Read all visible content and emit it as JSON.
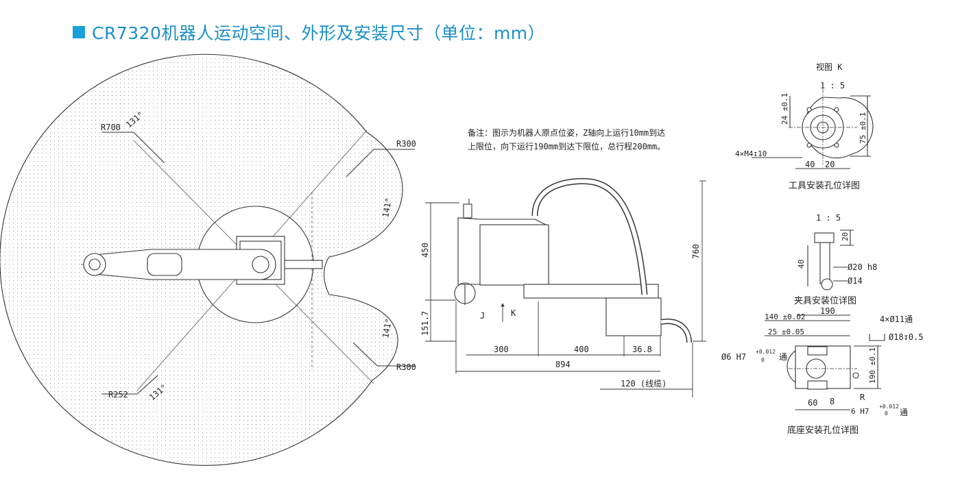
{
  "title": "CR7320机器人运动空间、外形及安装尺寸（单位：mm）",
  "accent_color": "#1a8fc6",
  "workspace": {
    "r700": "R700",
    "r300_top": "R300",
    "r300_bottom": "R300",
    "r252": "R252",
    "angle_131_top": "131°",
    "angle_131_bottom": "131°",
    "angle_141_top": "141°",
    "angle_141_bottom": "141°"
  },
  "note": {
    "line1": "备注：图示为机器人原点位姿，Z轴向上运行10mm到达",
    "line2": "上限位，向下运行190mm到达下限位，总行程200mm。"
  },
  "side": {
    "d450": "450",
    "d151": "151.7",
    "d760": "760",
    "d300": "300",
    "d400": "400",
    "d36": "36.8",
    "d894": "894",
    "d120": "120 (线缆)",
    "mark_j": "J",
    "mark_k": "K"
  },
  "tool": {
    "view": "视图 K",
    "scale": "1 : 5",
    "d24": "24 ±0.1",
    "d75": "75 ±0.1",
    "holes": "4×M4↧10",
    "d40": "40",
    "d20": "20",
    "caption": "工具安装孔位详图"
  },
  "clamp": {
    "scale": "1 : 5",
    "d20": "20",
    "d40": "40",
    "phi20": "Ø20 h8",
    "phi14": "Ø14",
    "caption": "夹具安装位详图"
  },
  "base": {
    "d140": "140 ±0.02",
    "d190": "190",
    "d25": "25 ±0.05",
    "holes11": "4×Ø11通",
    "phi18": "Ø18↧0.5",
    "phi6": "Ø6 H7",
    "tol_a": "+0.012",
    "tol_b": "0",
    "through": "通",
    "d190v": "190 ±0.1",
    "d60": "60",
    "d8": "8",
    "pin": "6 H7",
    "pin_through": "通",
    "r_mark": "R",
    "caption": "底座安装孔位详图"
  }
}
